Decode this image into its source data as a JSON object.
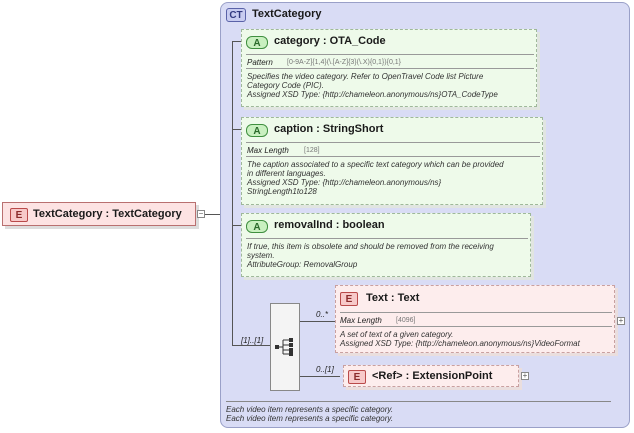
{
  "root_element": {
    "badge": "E",
    "label": "TextCategory : TextCategory"
  },
  "complex_type": {
    "badge": "CT",
    "name": "TextCategory"
  },
  "attributes": [
    {
      "badge": "A",
      "title": "category  : OTA_Code",
      "facet_label": "Pattern",
      "facet_value": "[0-9A-Z]{1,4}(\\.[A-Z]{3}(\\.X){0,1}){0,1}",
      "doc": "Specifies the video category. Refer to OpenTravel Code list Picture\nCategory Code (PIC).\nAssigned XSD Type: {http://chameleon.anonymous/ns}OTA_CodeType"
    },
    {
      "badge": "A",
      "title": "caption    : StringShort",
      "facet_label": "Max Length",
      "facet_value": "[128]",
      "doc": "The caption associated to a specific text category which can be provided\nin different languages.\nAssigned XSD Type: {http://chameleon.anonymous/ns}\nStringLength1to128"
    },
    {
      "badge": "A",
      "title": "removalInd : boolean",
      "doc": "If true, this item is obsolete and should be removed from the receiving\nsystem.\nAttributeGroup: RemovalGroup"
    }
  ],
  "sequence": {
    "cardinality": "[1]..[1]"
  },
  "children": [
    {
      "badge": "E",
      "cardinality": "0..*",
      "title": "Text       : Text",
      "facet_label": "Max Length",
      "facet_value": "[4096]",
      "doc": "A set of text of a given category.\nAssigned XSD Type: {http://chameleon.anonymous/ns}VideoFormat"
    },
    {
      "badge": "E",
      "cardinality": "0..[1]",
      "title": "<Ref>       : ExtensionPoint"
    }
  ],
  "footer_doc": "Each video item represents a specific category.\nEach video item represents a specific category.",
  "colors": {
    "panel_bg": "#d9dcf5",
    "attribute_bg": "#eefaea",
    "element_bg": "#fdeded"
  }
}
